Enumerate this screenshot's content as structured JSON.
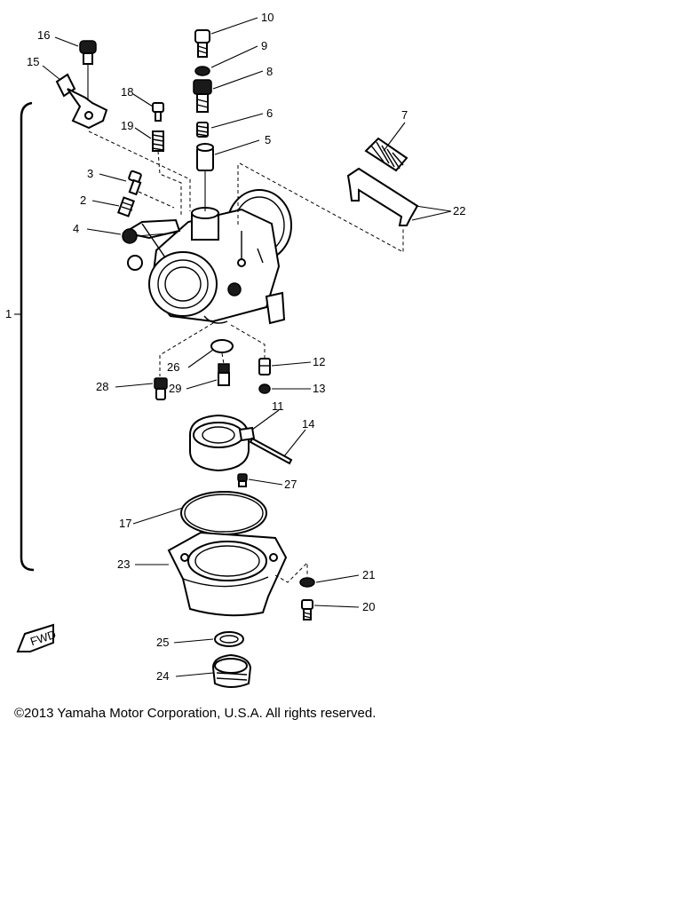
{
  "diagram": {
    "callouts": [
      {
        "id": "1",
        "text": "1"
      },
      {
        "id": "2",
        "text": "2"
      },
      {
        "id": "3",
        "text": "3"
      },
      {
        "id": "4",
        "text": "4"
      },
      {
        "id": "5",
        "text": "5"
      },
      {
        "id": "6",
        "text": "6"
      },
      {
        "id": "7",
        "text": "7"
      },
      {
        "id": "8",
        "text": "8"
      },
      {
        "id": "9",
        "text": "9"
      },
      {
        "id": "10",
        "text": "10"
      },
      {
        "id": "11",
        "text": "11"
      },
      {
        "id": "12",
        "text": "12"
      },
      {
        "id": "13",
        "text": "13"
      },
      {
        "id": "14",
        "text": "14"
      },
      {
        "id": "15",
        "text": "15"
      },
      {
        "id": "16",
        "text": "16"
      },
      {
        "id": "17",
        "text": "17"
      },
      {
        "id": "18",
        "text": "18"
      },
      {
        "id": "19",
        "text": "19"
      },
      {
        "id": "20",
        "text": "20"
      },
      {
        "id": "21",
        "text": "21"
      },
      {
        "id": "22",
        "text": "22"
      },
      {
        "id": "23",
        "text": "23"
      },
      {
        "id": "24",
        "text": "24"
      },
      {
        "id": "25",
        "text": "25"
      },
      {
        "id": "26",
        "text": "26"
      },
      {
        "id": "27",
        "text": "27"
      },
      {
        "id": "28",
        "text": "28"
      },
      {
        "id": "29",
        "text": "29"
      }
    ],
    "fwd_marker": "FWD"
  },
  "footer": {
    "copyright": "©2013 Yamaha Motor Corporation, U.S.A. All rights reserved."
  }
}
